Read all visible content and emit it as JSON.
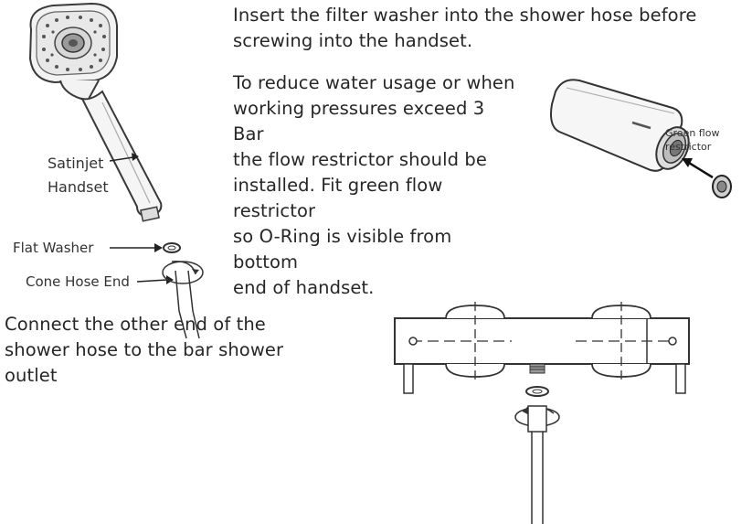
{
  "instructions": {
    "filter_washer": {
      "line1": "Insert the filter washer into the shower hose before",
      "line2": "screwing into the handset."
    },
    "flow_restrictor": {
      "line1": "To reduce water usage or when",
      "line2": "working pressures exceed 3 Bar",
      "line3": "the flow restrictor should be",
      "line4": "installed. Fit green flow restrictor",
      "line5": "so O-Ring is visible from bottom",
      "line6": "end of handset."
    },
    "connect_hose": {
      "line1": "Connect the other end of the",
      "line2": "shower hose to the bar shower",
      "line3": "outlet"
    }
  },
  "diagram_labels": {
    "satinjet_line1": "Satinjet",
    "satinjet_line2": "Handset",
    "flat_washer": "Flat Washer",
    "cone_hose_end": "Cone Hose End",
    "green_flow_line1": "Green flow",
    "green_flow_line2": "restrictor"
  }
}
